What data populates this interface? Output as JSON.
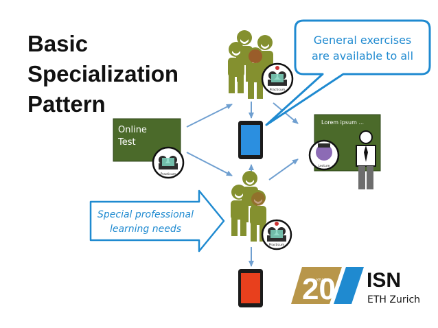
{
  "title": {
    "line1": "Basic",
    "line2": "Specialization",
    "line3": "Pattern"
  },
  "online_test": {
    "line1": "Online",
    "line2": "Test",
    "badge_label": "Practicum"
  },
  "callout": {
    "line1": "General exercises",
    "line2": "are available to all"
  },
  "special_needs": {
    "line1": "Special professional",
    "line2": "learning needs"
  },
  "blackboard": {
    "text": "Lorem ipsum ...",
    "badge_label": "Lecture"
  },
  "group_top": {
    "badge_label": "Practicum"
  },
  "group_bottom": {
    "badge_label": "Practicum"
  },
  "logo": {
    "number": "20",
    "years": "YEARS",
    "brand": "ISN",
    "institution": "ETH Zurich"
  },
  "colors": {
    "accent_blue": "#1f8ad0",
    "arrow_blue": "#6f9fd0",
    "board_green": "#4b6a2a",
    "figure_olive": "#84902f",
    "gold": "#b8964a",
    "tablet_blue": "#2b8fe0",
    "tablet_red": "#e8401d"
  }
}
